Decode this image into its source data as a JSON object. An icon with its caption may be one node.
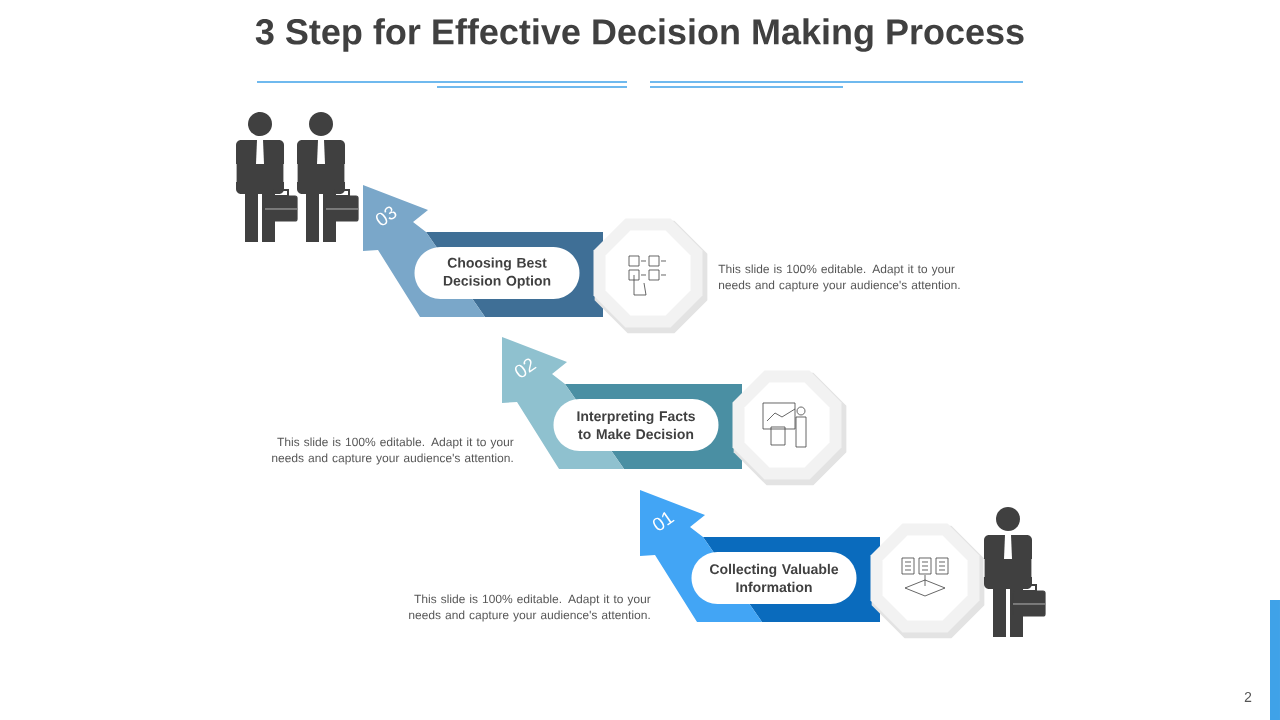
{
  "diagram": {
    "title": "3 Step for Effective Decision Making Process",
    "nodes": [
      {
        "text": [
          "03"
        ]
      },
      {
        "text": [
          "Choosing Best Decision Option"
        ]
      },
      {
        "text": [],
        "shape": "octagon"
      },
      {
        "text": [
          "02"
        ]
      },
      {
        "text": [
          "Interpreting Facts to Make Decision"
        ]
      },
      {
        "text": [],
        "shape": "octagon"
      },
      {
        "text": [
          "01"
        ]
      },
      {
        "text": [
          "Collecting Valuable Information"
        ]
      },
      {
        "text": [],
        "shape": "octagon"
      }
    ],
    "labels": [
      "This slide is 100% editable. Adapt it to your needs and capture your audience's attention.",
      "This slide is 100% editable. Adapt it to your needs and capture your audience's attention.",
      "This slide is 100% editable. Adapt it to your needs and capture your audience's attention.",
      "2"
    ]
  }
}
